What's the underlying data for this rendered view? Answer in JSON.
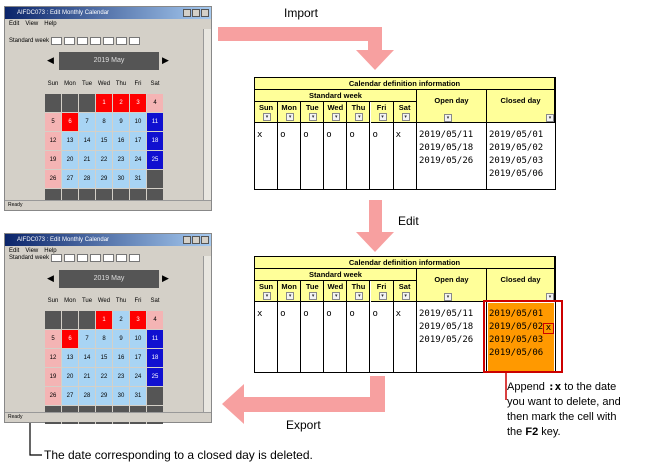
{
  "labels": {
    "import": "Import",
    "edit": "Edit",
    "export": "Export"
  },
  "app": {
    "title": "AIFDC073 : Edit Monthly Calendar",
    "menu": [
      "Edit",
      "View",
      "Help"
    ],
    "standard_week_label": "Standard week",
    "month": "2019 May",
    "prev": "◀",
    "next": "▶",
    "weekdays": [
      "Sun",
      "Mon",
      "Tue",
      "Wed",
      "Thu",
      "Fri",
      "Sat"
    ],
    "status": "Ready"
  },
  "calendar_top": [
    [
      "",
      "",
      "",
      "1",
      "2",
      "3",
      "4"
    ],
    [
      "5",
      "6",
      "7",
      "8",
      "9",
      "10",
      "11"
    ],
    [
      "12",
      "13",
      "14",
      "15",
      "16",
      "17",
      "18"
    ],
    [
      "19",
      "20",
      "21",
      "22",
      "23",
      "24",
      "25"
    ],
    [
      "26",
      "27",
      "28",
      "29",
      "30",
      "31",
      ""
    ],
    [
      "",
      "",
      "",
      "",
      "",
      "",
      ""
    ]
  ],
  "calendar_bottom": [
    [
      "",
      "",
      "",
      "1",
      "2",
      "3",
      "4"
    ],
    [
      "5",
      "6",
      "7",
      "8",
      "9",
      "10",
      "11"
    ],
    [
      "12",
      "13",
      "14",
      "15",
      "16",
      "17",
      "18"
    ],
    [
      "19",
      "20",
      "21",
      "22",
      "23",
      "24",
      "25"
    ],
    [
      "26",
      "27",
      "28",
      "29",
      "30",
      "31",
      ""
    ],
    [
      "",
      "",
      "",
      "",
      "",
      "",
      ""
    ]
  ],
  "table": {
    "title": "Calendar definition information",
    "standard_week": "Standard week",
    "days": [
      "Sun",
      "Mon",
      "Tue",
      "Wed",
      "Thu",
      "Fri",
      "Sat"
    ],
    "open_day": "Open day",
    "closed_day": "Closed day",
    "dropdown_glyph": "▾",
    "week_values": [
      "x",
      "o",
      "o",
      "o",
      "o",
      "o",
      "x"
    ],
    "open_days": [
      "2019/05/11",
      "2019/05/18",
      "2019/05/26"
    ],
    "closed_days": [
      "2019/05/01",
      "2019/05/02",
      "2019/05/03",
      "2019/05/06"
    ],
    "delete_mark": "x"
  },
  "callout": {
    "line1_a": "Append ",
    "line1_code": ":x",
    "line1_b": " to the date",
    "line2": "you want to delete, and",
    "line3": "then mark the cell with",
    "line4_a": "the ",
    "line4_key": "F2",
    "line4_b": " key."
  },
  "footnote": "The date corresponding to a closed day is deleted.",
  "colors": {
    "arrow": "#f7a0a0",
    "red_day": "#ff0000",
    "pink_day": "#f4b4b4",
    "blue_day": "#1010d0",
    "light_day": "#a8d4f4",
    "gray": "#555555",
    "header_yellow": "#ffff99",
    "closed_orange": "#ff9900",
    "callout_red": "#cc0000"
  }
}
